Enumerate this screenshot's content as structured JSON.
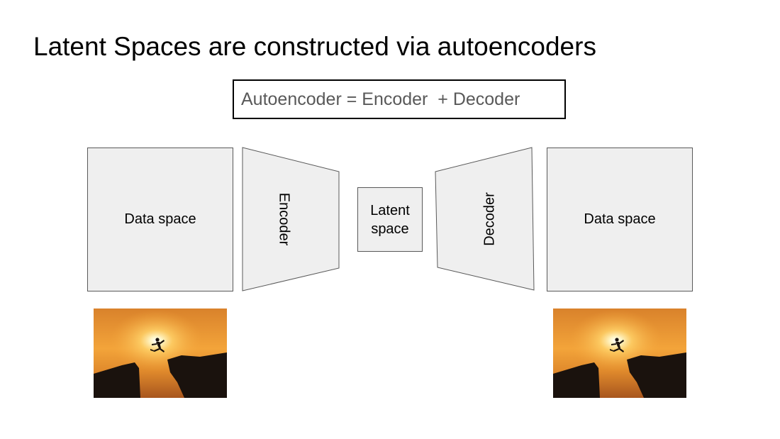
{
  "slide": {
    "title": "Latent Spaces are constructed via autoencoders",
    "formula": "Autoencoder = Encoder  + Decoder"
  },
  "diagram": {
    "data_space_left": "Data space",
    "encoder": "Encoder",
    "latent_space": "Latent space",
    "decoder": "Decoder",
    "data_space_right": "Data space"
  },
  "images": {
    "left": "sunset-cliff-jump-photo",
    "right": "sunset-cliff-jump-photo"
  },
  "colors": {
    "block_fill": "#efefef",
    "block_border": "#595959",
    "formula_text": "#595959"
  }
}
